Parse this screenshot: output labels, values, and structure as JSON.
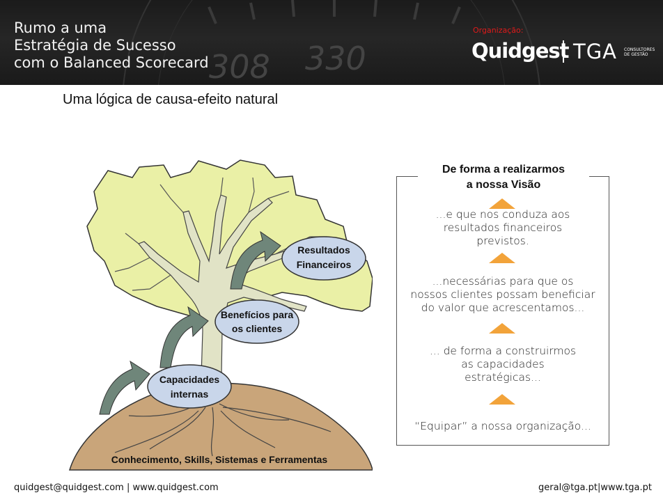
{
  "header": {
    "title_lines": [
      "Rumo a uma",
      "Estratégia de Sucesso",
      "com o Balanced Scorecard"
    ],
    "org_label": "Organização:",
    "logo_quidgest": "Quidgest",
    "logo_tga": "TGA",
    "logo_tga_sub": [
      "CONSULTORES",
      "DE GESTÃO"
    ],
    "bg_numbers": [
      "308",
      "330"
    ]
  },
  "page_title": "Uma lógica de causa-efeito natural",
  "diagram": {
    "ellipses": [
      {
        "lines": [
          "Resultados",
          "Financeiros"
        ]
      },
      {
        "lines": [
          "Benefícios para",
          "os clientes"
        ]
      },
      {
        "lines": [
          "Capacidades",
          "internas"
        ]
      }
    ],
    "ground_label": "Conhecimento, Skills, Sistemas e Ferramentas",
    "colors": {
      "foliage": "#eaf0a6",
      "trunk": "#e1e3c6",
      "ground": "#c9a57a",
      "ellipse": "#c9d6ea",
      "arrow": "#6f867a"
    }
  },
  "vision": {
    "title_lines": [
      "De forma a realizarmos",
      "a nossa Visão"
    ],
    "blocks": [
      [
        "...e que nos conduza aos",
        "resultados financeiros",
        "previstos."
      ],
      [
        "...necessárias para que os",
        "nossos clientes possam beneficiar",
        "do valor que acrescentamos..."
      ],
      [
        "... de forma a construirmos",
        "as capacidades",
        "estratégicas..."
      ],
      [
        "“Equipar” a nossa organização..."
      ]
    ],
    "triangle_color": "#f2a33a"
  },
  "footer": {
    "left": "quidgest@quidgest.com | www.quidgest.com",
    "right": "geral@tga.pt|www.tga.pt"
  }
}
